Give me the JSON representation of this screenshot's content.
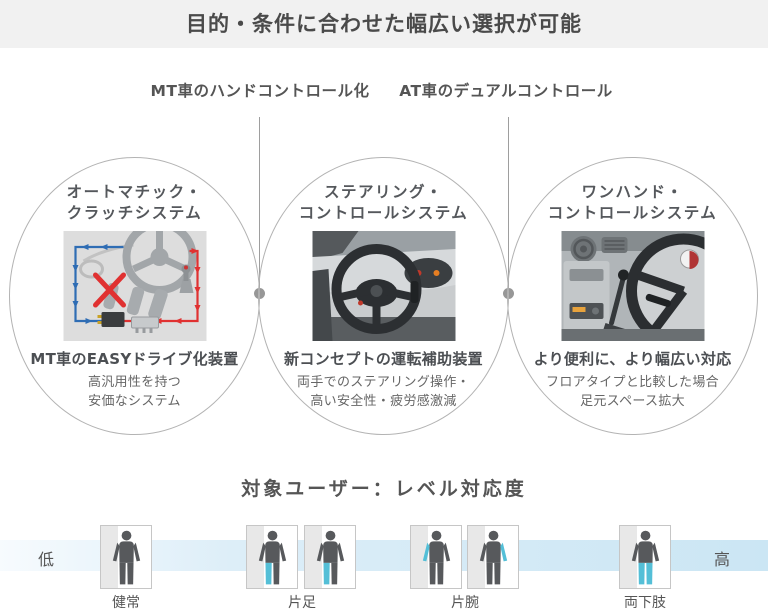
{
  "title": "目的・条件に合わせた幅広い選択が可能",
  "branches": [
    "MT車のハンドコントロール化",
    "AT車のデュアルコントロール"
  ],
  "systems": [
    {
      "title1": "オートマチック・",
      "title2": "クラッチシステム",
      "image": "automatic-clutch-schematic",
      "headline": "MT車のEASYドライブ化装置",
      "desc1": "高汎用性を持つ",
      "desc2": "安価なシステム"
    },
    {
      "title1": "ステアリング・",
      "title2": "コントロールシステム",
      "image": "steering-control-photo",
      "headline": "新コンセプトの運転補助装置",
      "desc1": "両手でのステアリング操作・",
      "desc2": "高い安全性・疲労感激減"
    },
    {
      "title1": "ワンハンド・",
      "title2": "コントロールシステム",
      "image": "one-hand-control-photo",
      "headline": "より便利に、より幅広い対応",
      "desc1": "フロアタイプと比較した場合",
      "desc2": "足元スペース拡大"
    }
  ],
  "user_level": {
    "heading": "対象ユーザー：レベル対応度",
    "low": "低",
    "high": "高",
    "groups": [
      {
        "label": "健常",
        "figures": [
          []
        ]
      },
      {
        "label": "片足",
        "figures": [
          [
            "leg-left"
          ],
          [
            "leg-left"
          ]
        ]
      },
      {
        "label": "片腕",
        "figures": [
          [
            "arm-left"
          ],
          [
            "arm-right"
          ]
        ]
      },
      {
        "label": "両下肢",
        "figures": [
          [
            "leg-left",
            "leg-right"
          ]
        ]
      }
    ]
  },
  "colors": {
    "accent_cyan": "#54bfd7",
    "band_blue": "#cbe6f4",
    "figure_gray": "#57595c",
    "title_band_bg": "#f1f1f1",
    "circuit_blue": "#2f6db4",
    "circuit_red": "#e03131"
  }
}
